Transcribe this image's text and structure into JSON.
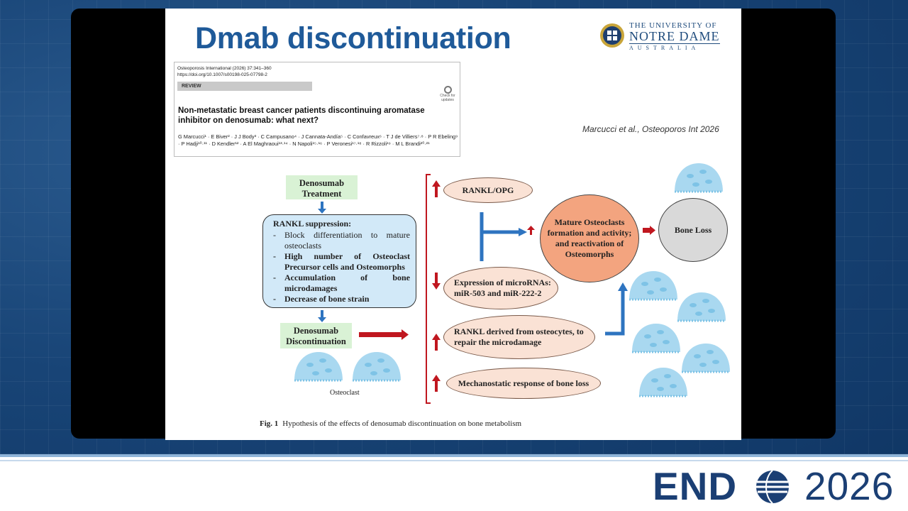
{
  "slide": {
    "title": "Dmab discontinuation",
    "citation": "Marcucci et al., Osteoporos Int 2026"
  },
  "logo": {
    "line1": "THE UNIVERSITY OF",
    "line2": "NOTRE DAME",
    "line3": "AUSTRALIA"
  },
  "paper": {
    "journal": "Osteoporosis International (2026) 37:341–360",
    "doi": "https://doi.org/10.1007/s00198-025-07798-2",
    "type": "REVIEW",
    "check_updates": "Check for updates",
    "title": "Non-metastatic breast cancer patients discontinuing aromatase inhibitor on denosumab: what next?",
    "authors": "G Marcucci¹ · E Biver² · J J Body³ · C Campusano⁴ · J Cannata-Andía⁵ · C Confavreux⁶ · T J de Villiers⁷·⁸ · P R Ebeling⁹ · P Hadji¹⁰·¹¹ · D Kendler¹² · A El Maghraoui¹³·¹⁴ · N Napoli¹⁵·¹⁶ · P Veronesi¹⁷·¹⁸ · R Rizzoli¹⁹ · M L Brandi²⁰·²¹"
  },
  "figure": {
    "treatment": "Denosumab Treatment",
    "suppression_head": "RANKL suppression:",
    "suppression_items": [
      "Block differentiation to mature osteoclasts",
      "High number of Osteoclast Precursor cells and Osteomorphs",
      "Accumulation of bone microdamages",
      "Decrease of bone strain"
    ],
    "discontinuation": "Denosumab Discontinuation",
    "osteoclast_label": "Osteoclast",
    "rankl_opg": "RANKL/OPG",
    "micro_rnas": "Expression of microRNAs: miR-503 and miR-222-2",
    "rankl_osteocytes": "RANKL derived from osteocytes, to repair the microdamage",
    "mechanostatic": "Mechanostatic response of bone loss",
    "mature_osteoclasts": "Mature Osteoclasts formation and activity; and reactivation of Osteomorphs",
    "bone_loss": "Bone Loss",
    "caption_label": "Fig. 1",
    "caption_text": "Hypothesis of the effects of denosumab discontinuation on bone metabolism"
  },
  "conference": {
    "brand_a": "END",
    "brand_b": "2026"
  },
  "colors": {
    "title_blue": "#1f5a99",
    "arrow_red": "#c0171f",
    "arrow_blue": "#2e74c0"
  }
}
